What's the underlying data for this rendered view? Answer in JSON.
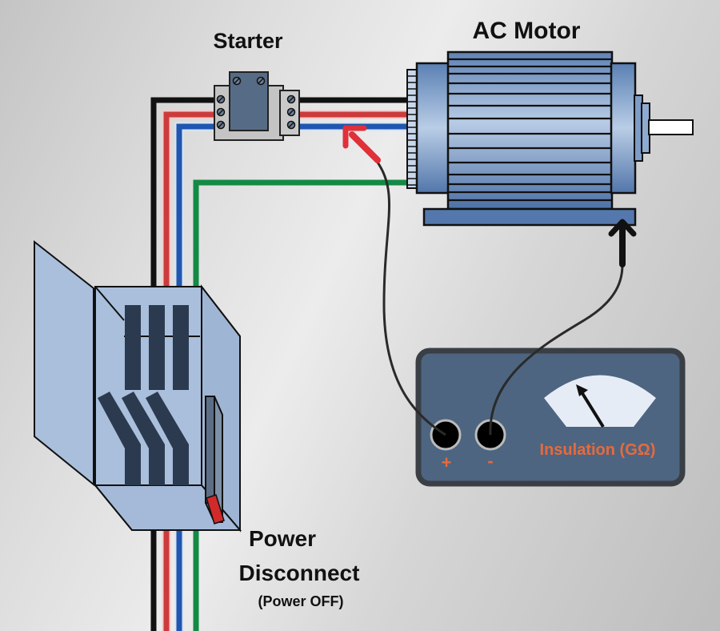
{
  "diagram": {
    "labels": {
      "starter": "Starter",
      "motor": "AC Motor",
      "disconnect_line1": "Power",
      "disconnect_line2": "Disconnect",
      "disconnect_state": "(Power OFF)"
    },
    "meter": {
      "title": "Insulation (GΩ)",
      "positive_terminal": "+",
      "negative_terminal": "-"
    },
    "colors": {
      "wire_line1": "#111111",
      "wire_line2": "#cc3b3b",
      "wire_line3": "#1f56b0",
      "wire_ground": "#138a45",
      "probe_positive": "#e0303a",
      "meter_body": "#4d6580",
      "meter_text": "#e66a3e",
      "enclosure": "#a9bfdc",
      "switch_blades": "#2b3a4e"
    }
  }
}
